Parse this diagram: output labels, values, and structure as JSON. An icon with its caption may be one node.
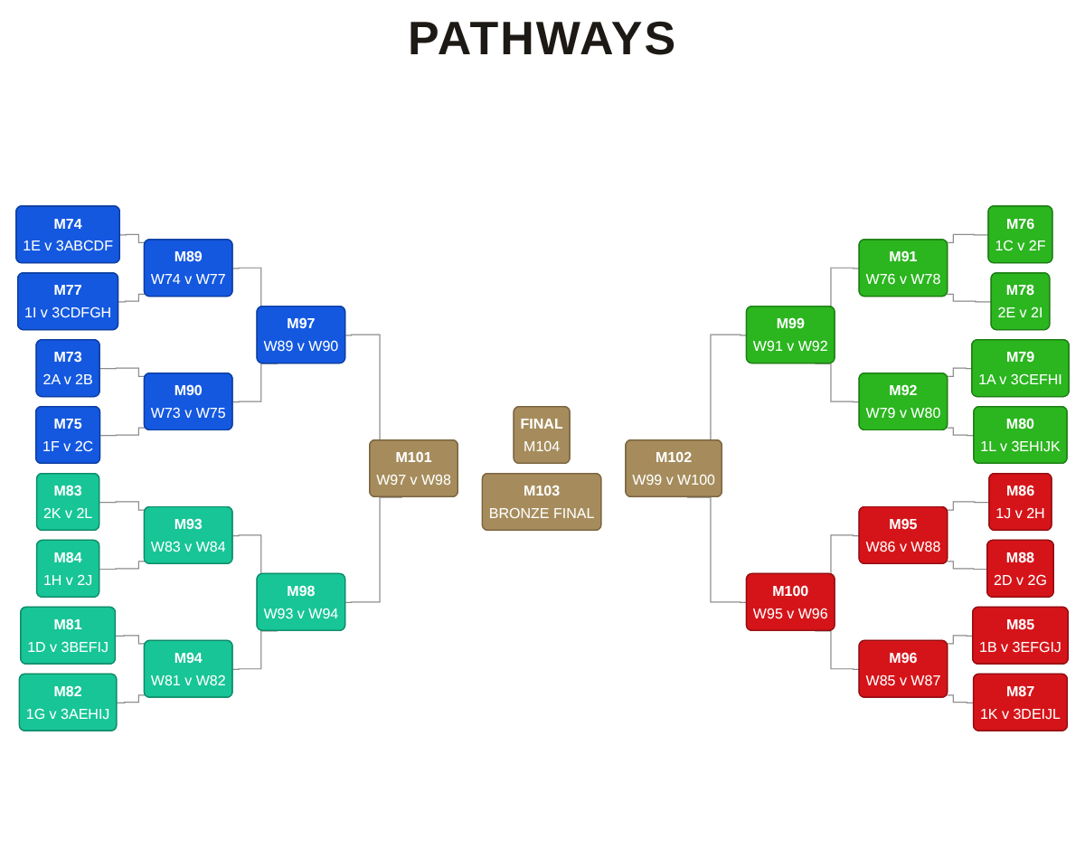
{
  "diagram": {
    "title": "PATHWAYS",
    "nodes": [
      {
        "text": [
          "M74",
          "1E v 3ABCDF"
        ]
      },
      {
        "text": [
          "M77",
          "1I v 3CDFGH"
        ]
      },
      {
        "text": [
          "M73",
          "2A v 2B"
        ]
      },
      {
        "text": [
          "M75",
          "1F v 2C"
        ]
      },
      {
        "text": [
          "M83",
          "2K v 2L"
        ]
      },
      {
        "text": [
          "M84",
          "1H v 2J"
        ]
      },
      {
        "text": [
          "M81",
          "1D v 3BEFIJ"
        ]
      },
      {
        "text": [
          "M82",
          "1G v 3AEHIJ"
        ]
      },
      {
        "text": [
          "M89",
          "W74 v W77"
        ]
      },
      {
        "text": [
          "M90",
          "W73 v W75"
        ]
      },
      {
        "text": [
          "M93",
          "W83 v W84"
        ]
      },
      {
        "text": [
          "M94",
          "W81 v W82"
        ]
      },
      {
        "text": [
          "M97",
          "W89 v W90"
        ]
      },
      {
        "text": [
          "M98",
          "W93 v W94"
        ]
      },
      {
        "text": [
          "M101",
          "W97 v W98"
        ]
      },
      {
        "text": [
          "FINAL",
          "M104"
        ]
      },
      {
        "text": [
          "M102",
          "W99 v W100"
        ]
      },
      {
        "text": [
          "M103",
          "BRONZE FINAL"
        ]
      },
      {
        "text": [
          "M99",
          "W91 v W92"
        ]
      },
      {
        "text": [
          "M100",
          "W95 v W96"
        ]
      },
      {
        "text": [
          "M91",
          "W76 v W78"
        ]
      },
      {
        "text": [
          "M92",
          "W79 v W80"
        ]
      },
      {
        "text": [
          "M95",
          "W86 v W88"
        ]
      },
      {
        "text": [
          "M96",
          "W85 v W87"
        ]
      },
      {
        "text": [
          "M76",
          "1C v 2F"
        ]
      },
      {
        "text": [
          "M78",
          "2E v 2I"
        ]
      },
      {
        "text": [
          "M79",
          "1A v 3CEFHI"
        ]
      },
      {
        "text": [
          "M80",
          "1L v 3EHIJK"
        ]
      },
      {
        "text": [
          "M86",
          "1J v 2H"
        ]
      },
      {
        "text": [
          "M88",
          "2D v 2G"
        ]
      },
      {
        "text": [
          "M85",
          "1B v 3EFGIJ"
        ]
      },
      {
        "text": [
          "M87",
          "1K v 3DEIJL"
        ]
      }
    ],
    "edges": [
      {
        "from": 0,
        "to": 8,
        "arrow": "none"
      },
      {
        "from": 1,
        "to": 8,
        "arrow": "none"
      },
      {
        "from": 2,
        "to": 9,
        "arrow": "none"
      },
      {
        "from": 3,
        "to": 9,
        "arrow": "none"
      },
      {
        "from": 4,
        "to": 10,
        "arrow": "none"
      },
      {
        "from": 5,
        "to": 10,
        "arrow": "none"
      },
      {
        "from": 6,
        "to": 11,
        "arrow": "none"
      },
      {
        "from": 7,
        "to": 11,
        "arrow": "none"
      },
      {
        "from": 8,
        "to": 12,
        "arrow": "none"
      },
      {
        "from": 9,
        "to": 12,
        "arrow": "none"
      },
      {
        "from": 10,
        "to": 13,
        "arrow": "none"
      },
      {
        "from": 11,
        "to": 13,
        "arrow": "none"
      },
      {
        "from": 12,
        "to": 14,
        "arrow": "none"
      },
      {
        "from": 13,
        "to": 14,
        "arrow": "none"
      },
      {
        "from": 16,
        "to": 18,
        "arrow": "none"
      },
      {
        "from": 16,
        "to": 19,
        "arrow": "none"
      },
      {
        "from": 18,
        "to": 20,
        "arrow": "none"
      },
      {
        "from": 18,
        "to": 21,
        "arrow": "none"
      },
      {
        "from": 19,
        "to": 22,
        "arrow": "none"
      },
      {
        "from": 19,
        "to": 23,
        "arrow": "none"
      },
      {
        "from": 20,
        "to": 24,
        "arrow": "none"
      },
      {
        "from": 20,
        "to": 25,
        "arrow": "none"
      },
      {
        "from": 21,
        "to": 26,
        "arrow": "none"
      },
      {
        "from": 21,
        "to": 27,
        "arrow": "none"
      },
      {
        "from": 22,
        "to": 28,
        "arrow": "none"
      },
      {
        "from": 22,
        "to": 29,
        "arrow": "none"
      },
      {
        "from": 23,
        "to": 30,
        "arrow": "none"
      },
      {
        "from": 23,
        "to": 31,
        "arrow": "none"
      }
    ]
  }
}
